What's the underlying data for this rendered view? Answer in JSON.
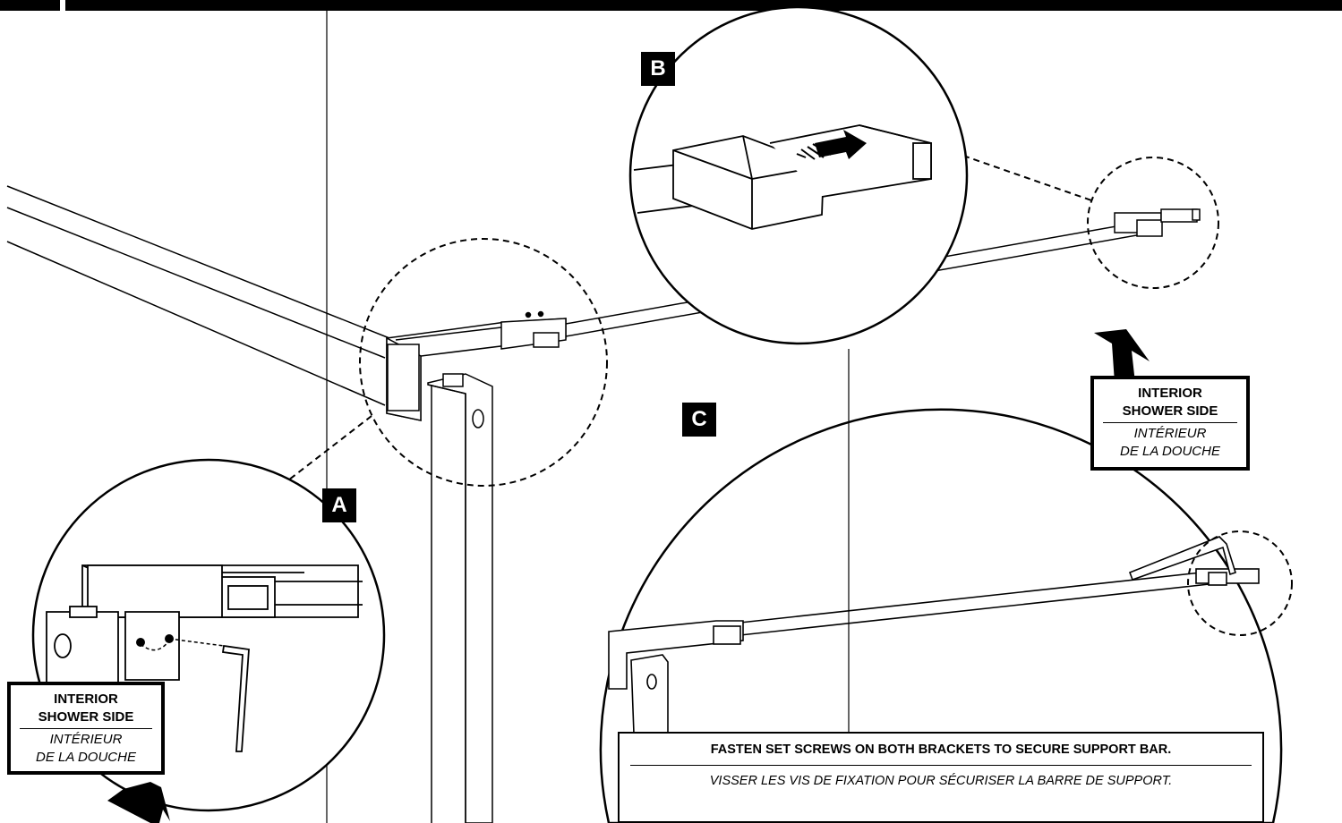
{
  "steps": {
    "a": "A",
    "b": "B",
    "c": "C"
  },
  "label_left": {
    "en_line1": "INTERIOR",
    "en_line2": "SHOWER SIDE",
    "fr_line1": "INTÉRIEUR",
    "fr_line2": "DE LA DOUCHE"
  },
  "label_right": {
    "en_line1": "INTERIOR",
    "en_line2": "SHOWER SIDE",
    "fr_line1": "INTÉRIEUR",
    "fr_line2": "DE LA DOUCHE"
  },
  "note": {
    "en": "FASTEN SET SCREWS ON BOTH BRACKETS TO SECURE SUPPORT BAR.",
    "fr": "VISSER LES VIS DE FIXATION POUR SÉCURISER LA BARRE DE SUPPORT."
  },
  "icons": [
    "hex-key-icon",
    "arrow-icon",
    "support-bar-icon",
    "bracket-icon"
  ]
}
